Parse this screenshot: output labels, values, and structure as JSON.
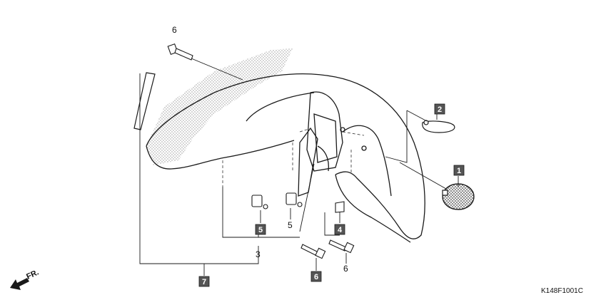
{
  "diagram_code": "K148F1001C",
  "direction_label": "FR.",
  "callouts": {
    "bolt_top": "6",
    "bolt_right": "6",
    "bracket_left": "3",
    "nut_plain": "5"
  },
  "boxed_callouts": {
    "reflector": "1",
    "clip": "2",
    "grommet_small": "4",
    "nut_boxed": "5",
    "bolt_boxed": "6",
    "emblem_sticker": "7"
  },
  "colors": {
    "line": "#1a1a1a",
    "box_fill": "#555555",
    "dot_pattern": "#9a9a9a"
  },
  "icons": {
    "direction": "arrow-icon"
  }
}
